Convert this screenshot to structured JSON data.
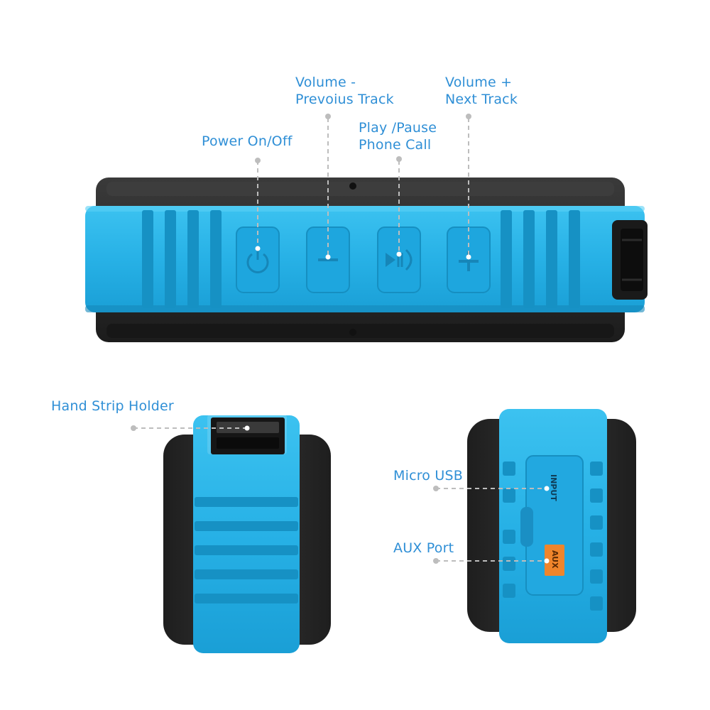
{
  "labels": {
    "power": "Power On/Off",
    "volume_minus": [
      "Volume -",
      "Prevoius Track"
    ],
    "play_pause": [
      "Play /Pause",
      "Phone Call"
    ],
    "volume_plus": [
      "Volume +",
      "Next Track"
    ],
    "hand_strip": "Hand Strip Holder",
    "micro_usb": "Micro USB",
    "aux_port": "AUX Port"
  },
  "port_markings": {
    "input": "INPUT",
    "aux": "AUX"
  },
  "buttons": [
    {
      "name": "power",
      "icon": "power-icon"
    },
    {
      "name": "volume-minus",
      "icon": "minus-icon"
    },
    {
      "name": "play-pause",
      "icon": "play-pause-phone-icon"
    },
    {
      "name": "volume-plus",
      "icon": "plus-icon"
    }
  ],
  "colors": {
    "label_blue": "#2f8fd6",
    "speaker_blue": "#27b1e6",
    "speaker_blue_dark": "#1691c4",
    "rubber_black": "#262626",
    "aux_orange": "#f0852b",
    "leader_line": "#bdbdbd"
  }
}
